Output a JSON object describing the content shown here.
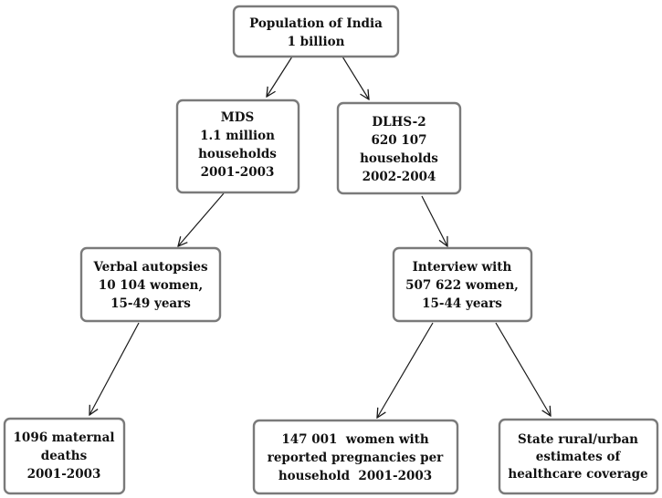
{
  "nodes": {
    "population": {
      "lines": [
        "Population of India",
        "1 billion"
      ]
    },
    "mds": {
      "lines": [
        "MDS",
        "1.1 million",
        "households",
        "2001-2003"
      ]
    },
    "dlhs": {
      "lines": [
        "DLHS-2",
        "620 107",
        "households",
        "2002-2004"
      ]
    },
    "verbal": {
      "lines": [
        "Verbal autopsies",
        "10 104 women,",
        "15-49 years"
      ]
    },
    "interview": {
      "lines": [
        "Interview with",
        "507 622 women,",
        "15-44 years"
      ]
    },
    "deaths": {
      "lines": [
        "1096 maternal",
        "deaths",
        "2001-2003"
      ]
    },
    "pregnancies": {
      "lines": [
        "147 001  women with",
        "reported pregnancies per",
        "household  2001-2003"
      ]
    },
    "coverage": {
      "lines": [
        "State rural/urban",
        "estimates of",
        "healthcare coverage"
      ]
    }
  },
  "edges": [
    {
      "from": "population",
      "to": "mds"
    },
    {
      "from": "population",
      "to": "dlhs"
    },
    {
      "from": "mds",
      "to": "verbal"
    },
    {
      "from": "dlhs",
      "to": "interview"
    },
    {
      "from": "verbal",
      "to": "deaths"
    },
    {
      "from": "interview",
      "to": "pregnancies"
    },
    {
      "from": "interview",
      "to": "coverage"
    }
  ]
}
